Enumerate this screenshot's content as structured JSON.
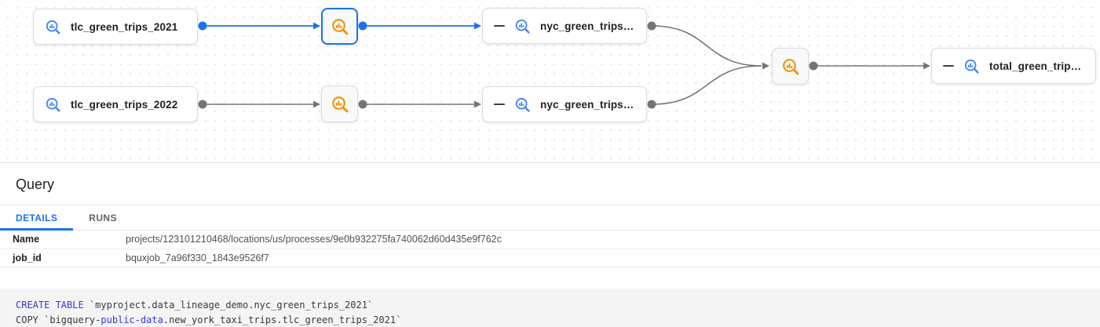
{
  "graph": {
    "nodes": {
      "tlc2021": {
        "label": "tlc_green_trips_2021",
        "type": "bigquery-table"
      },
      "tlc2022": {
        "label": "tlc_green_trips_2022",
        "type": "bigquery-table"
      },
      "proc1": {
        "type": "bigquery-process",
        "selected": true
      },
      "proc2": {
        "type": "bigquery-process",
        "selected": false
      },
      "nyc2021": {
        "label": "nyc_green_trips…",
        "type": "bigquery-table"
      },
      "nyc2022": {
        "label": "nyc_green_trips…",
        "type": "bigquery-table"
      },
      "merge": {
        "type": "bigquery-process",
        "selected": false
      },
      "total": {
        "label": "total_green_trip…",
        "type": "bigquery-table"
      }
    },
    "icons": {
      "table_icon": "bigquery-magnifier-chart-icon",
      "process_icon": "bigquery-magnifier-chart-icon",
      "collapse_icon": "minus-icon"
    },
    "colors": {
      "selected_edge": "#1A73E8",
      "edge": "#757575",
      "table_icon": "#4285F4",
      "process_icon": "#F29100",
      "node_border": "#DADCE0"
    }
  },
  "panel": {
    "title": "Query",
    "tabs": [
      {
        "label": "DETAILS",
        "active": true
      },
      {
        "label": "RUNS",
        "active": false
      }
    ],
    "details": {
      "rows": [
        {
          "label": "Name",
          "value": "projects/123101210468/locations/us/processes/9e0b932275fa740062d60d435e9f762c"
        },
        {
          "label": "job_id",
          "value": "bquxjob_7a96f330_1843e9526f7"
        }
      ]
    }
  },
  "code": {
    "line1": {
      "keyword": "CREATE TABLE",
      "text": " `myproject.data_lineage_demo.nyc_green_trips_2021`"
    },
    "line2": {
      "pre": "COPY `bigquery-",
      "highlight": "public-data",
      "post": ".new_york_taxi_trips.tlc_green_trips_2021`"
    }
  }
}
